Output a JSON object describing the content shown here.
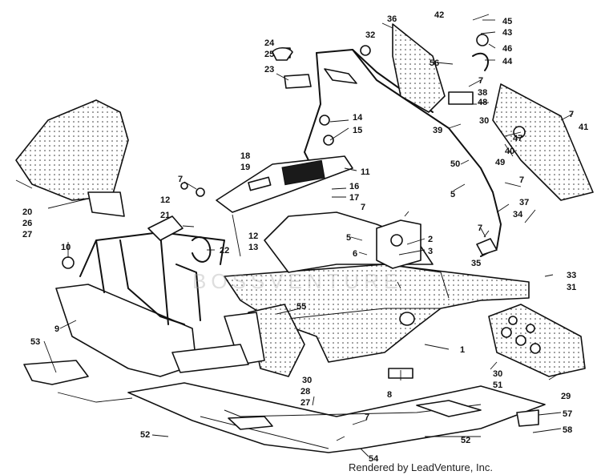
{
  "diagram": {
    "credit": "Rendered by LeadVenture, Inc.",
    "watermark_text": "BOSSVENTURE",
    "callouts": [
      "1",
      "2",
      "3",
      "5",
      "5",
      "6",
      "7",
      "7",
      "7",
      "7",
      "7",
      "7",
      "7",
      "8",
      "9",
      "10",
      "11",
      "12",
      "12",
      "13",
      "14",
      "15",
      "16",
      "17",
      "18",
      "19",
      "20",
      "21",
      "22",
      "23",
      "24",
      "25",
      "26",
      "27",
      "27",
      "28",
      "29",
      "30",
      "30",
      "30",
      "31",
      "32",
      "33",
      "34",
      "35",
      "36",
      "37",
      "38",
      "39",
      "40",
      "41",
      "42",
      "43",
      "44",
      "45",
      "46",
      "47",
      "48",
      "49",
      "50",
      "51",
      "52",
      "52",
      "53",
      "54",
      "55",
      "56",
      "57",
      "58"
    ]
  }
}
